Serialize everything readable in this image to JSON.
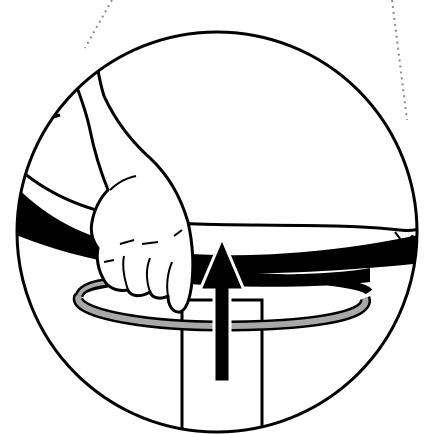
{
  "figure": {
    "kind": "assembly-instruction-detail",
    "callout_shape": "circle",
    "action": "lift-ring-up",
    "direction": "up",
    "icons": [
      "hand-icon",
      "up-arrow-icon",
      "ring-icon",
      "seat-icon",
      "column-icon"
    ],
    "colors": {
      "line": "#000000",
      "background": "#ffffff",
      "ring": "#a8a8a8",
      "leader_line": "#8c8c8c"
    }
  }
}
